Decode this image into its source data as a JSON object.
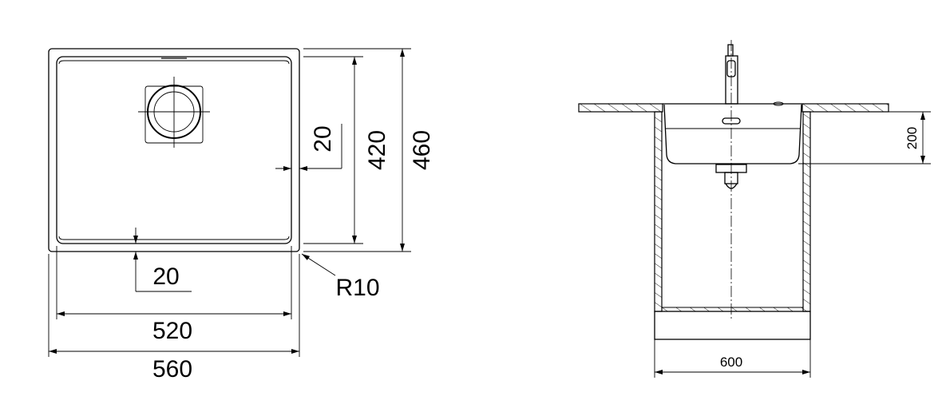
{
  "plan_view": {
    "dim_width_inner": "520",
    "dim_width_outer": "560",
    "dim_depth_inner": "420",
    "dim_depth_outer": "460",
    "dim_side_margin": "20",
    "dim_bottom_margin": "20",
    "dim_corner_radius": "R10"
  },
  "section_view": {
    "dim_bowl_depth": "200",
    "dim_cabinet_width": "600"
  }
}
